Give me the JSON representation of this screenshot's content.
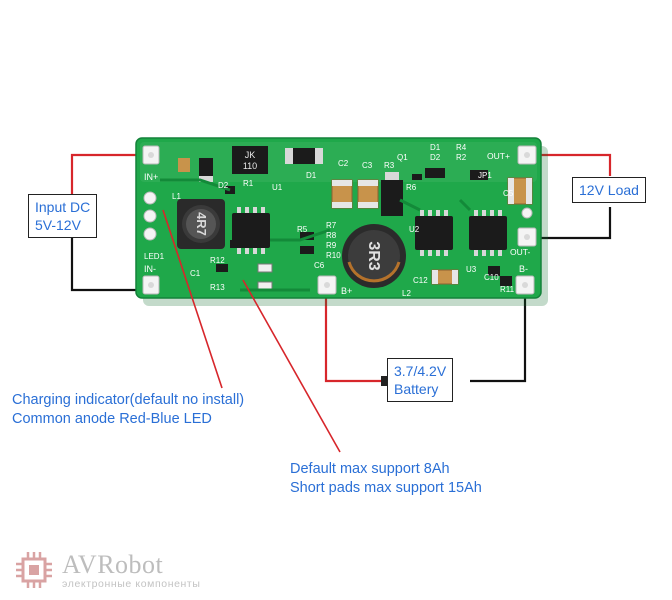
{
  "board": {
    "in_plus": "IN+",
    "in_minus": "IN-",
    "led1": "LED1",
    "out_plus": "OUT+",
    "out_minus": "OUT-",
    "b_plus": "B+",
    "b_minus": "B-",
    "inductor1_marking": "4R7",
    "inductor2_marking": "3R3",
    "jk_chip_line1": "JK",
    "jk_chip_line2": "110",
    "silk": {
      "l1": "L1",
      "d2": "D2",
      "r1": "R1",
      "u1": "U1",
      "d1_left": "D1",
      "c2": "C2",
      "c3": "C3",
      "r3": "R3",
      "q1": "Q1",
      "r6": "R6",
      "jp1": "JP1",
      "c5": "C5",
      "d1": "D1",
      "d2b": "D2",
      "r4": "R4",
      "r2": "R2",
      "r7": "R7",
      "r8": "R8",
      "r9": "R9",
      "r10": "R10",
      "r5": "R5",
      "r12": "R12",
      "r13": "R13",
      "c1": "C1",
      "c6": "C6",
      "c12": "C12",
      "u3": "U3",
      "c10": "C10",
      "r11": "R11",
      "l2": "L2",
      "u2": "U2"
    }
  },
  "labels": {
    "input_line1": "Input DC",
    "input_line2": "5V-12V",
    "load": "12V Load",
    "battery_line1": "3.7/4.2V",
    "battery_line2": "Battery",
    "indicator_line1": "Charging indicator(default no install)",
    "indicator_line2": "Common anode Red-Blue LED",
    "support_line1": "Default max support 8Ah",
    "support_line2": "Short pads max support 15Ah"
  },
  "logo": {
    "title": "AVRobot",
    "subtitle": "электронные компоненты"
  },
  "colors": {
    "pcb": "#1fa84a",
    "pcb_dark": "#138a39",
    "wire_red": "#d7262b",
    "wire_black": "#111111",
    "label_blue": "#2a6fd6"
  }
}
